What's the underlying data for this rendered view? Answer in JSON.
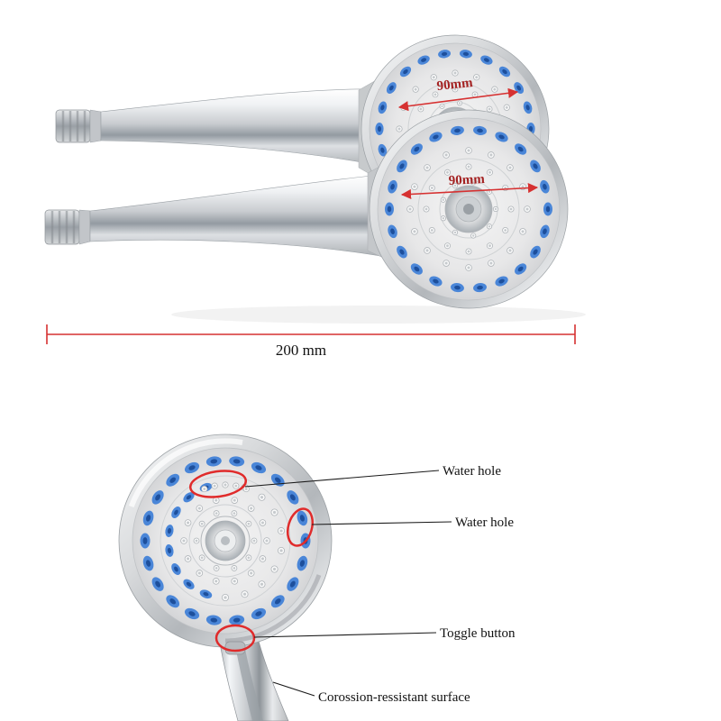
{
  "colors": {
    "annotation_red": "#e02b2b",
    "dimension_red": "#d63131",
    "dim_text_red": "#a42222",
    "nozzle_blue": "#4a86d8",
    "nozzle_blue_dark": "#1d4f9c",
    "leader_black": "#1a1a1a"
  },
  "top_section": {
    "head1_diameter_label": "90mm",
    "head2_diameter_label": "90mm",
    "overall_length_label": "200 mm"
  },
  "bottom_section": {
    "water_hole_label_1": "Water hole",
    "water_hole_label_2": "Water hole",
    "toggle_button_label": "Toggle button",
    "surface_label": "Corossion-ressistant surface"
  }
}
